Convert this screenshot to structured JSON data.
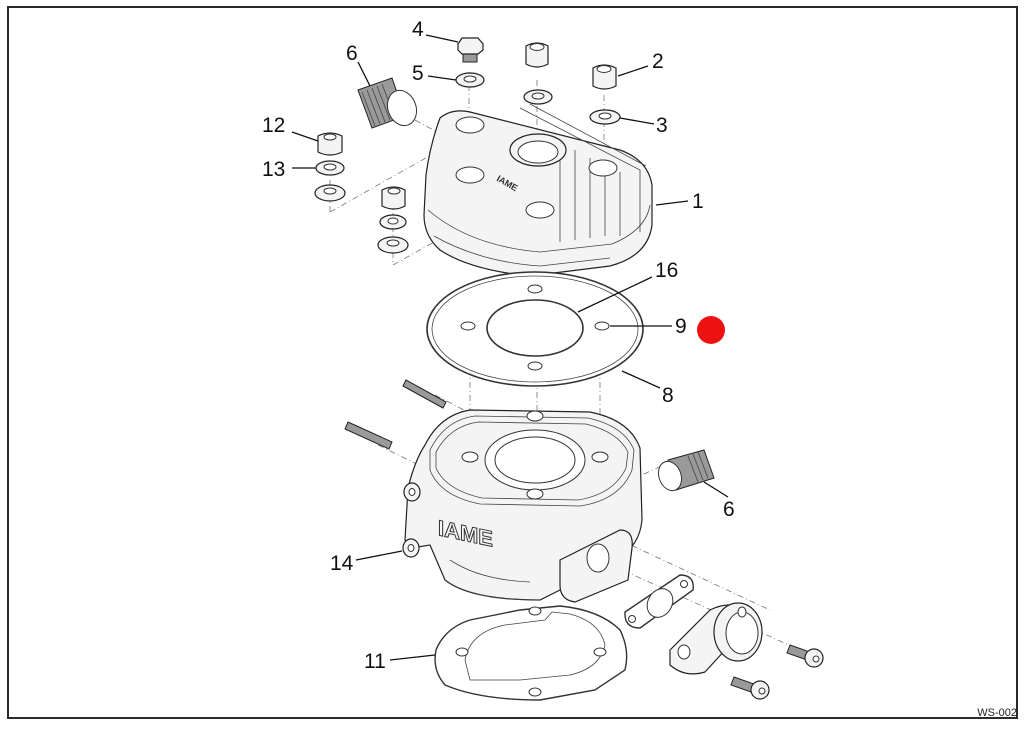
{
  "diagram": {
    "title": "Cylinder head & cylinder exploded parts view",
    "sheet_code": "WS-002",
    "brand_marks": {
      "cylinder": "IAME",
      "head": "IAME"
    },
    "callouts": [
      {
        "id": "1",
        "label": "1",
        "part": "cylinder-head"
      },
      {
        "id": "2",
        "label": "2",
        "part": "head-nut"
      },
      {
        "id": "3",
        "label": "3",
        "part": "head-washer"
      },
      {
        "id": "4",
        "label": "4",
        "part": "plug-bolt"
      },
      {
        "id": "5",
        "label": "5",
        "part": "plug-washer"
      },
      {
        "id": "6a",
        "label": "6",
        "part": "water-fitting-head"
      },
      {
        "id": "6b",
        "label": "6",
        "part": "water-fitting-cylinder"
      },
      {
        "id": "8",
        "label": "8",
        "part": "head-gasket-outer"
      },
      {
        "id": "9",
        "label": "9",
        "part": "o-ring"
      },
      {
        "id": "11",
        "label": "11",
        "part": "base-gasket"
      },
      {
        "id": "12",
        "label": "12",
        "part": "side-nut"
      },
      {
        "id": "13",
        "label": "13",
        "part": "side-washer"
      },
      {
        "id": "14",
        "label": "14",
        "part": "cylinder"
      },
      {
        "id": "16",
        "label": "16",
        "part": "head-gasket-inner"
      }
    ],
    "marker": {
      "color": "#ee1111"
    },
    "frame_color": "#2a2a2a"
  }
}
